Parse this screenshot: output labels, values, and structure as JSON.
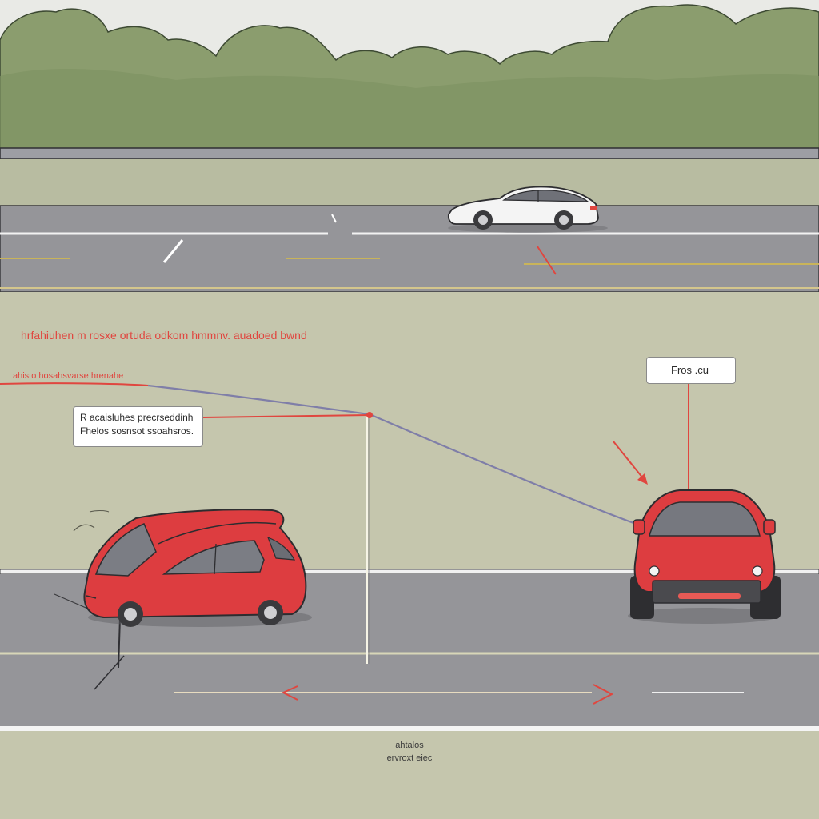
{
  "annotations": {
    "header_line": "hrfahiuhen m rosxe ortuda odkom hmmnv. auadoed bwnd",
    "left_callout_label": "ahisto hosahsvarse hrenahe",
    "callout_box": {
      "line1": "R acaisluhes precrseddinh",
      "line2": "Fhelos sosnsot ssoahsros."
    },
    "right_box": "Fros .cu"
  },
  "caption": {
    "line1": "ahtalos",
    "line2": "ervroxt eiec"
  },
  "colors": {
    "sky": "#e9eae6",
    "trees": "#8b9d6e",
    "grass": "#c5c6ad",
    "road": "#959599",
    "accent_red": "#e0463f",
    "car_red": "#dd3d40",
    "vector_line": "#7f7ea8"
  }
}
